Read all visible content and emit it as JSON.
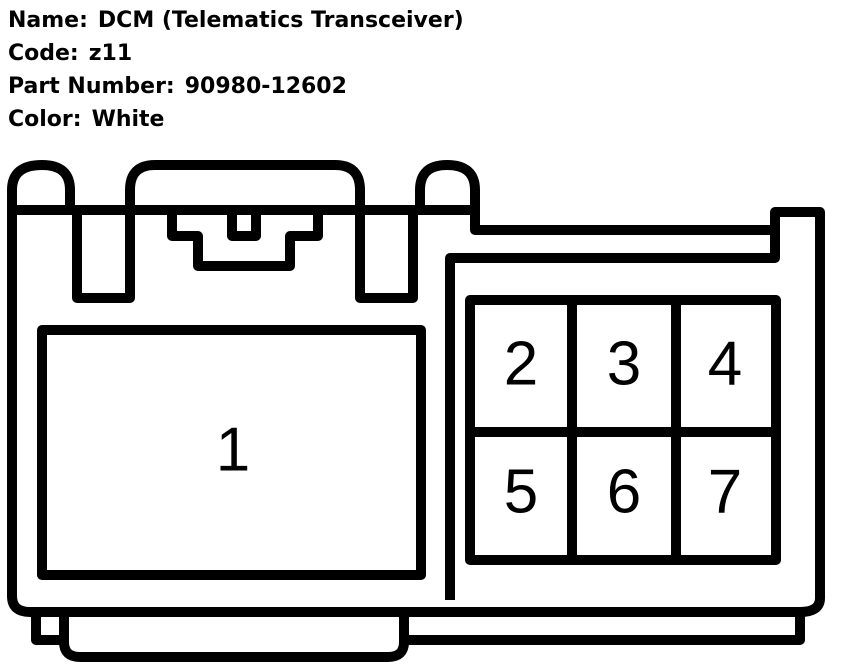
{
  "info": {
    "name_label": "Name:",
    "name_value": "DCM (Telematics Transceiver)",
    "code_label": "Code:",
    "code_value": "z11",
    "part_label": "Part Number:",
    "part_value": "90980-12602",
    "color_label": "Color:",
    "color_value": "White"
  },
  "pins": [
    "1",
    "2",
    "3",
    "4",
    "5",
    "6",
    "7"
  ]
}
